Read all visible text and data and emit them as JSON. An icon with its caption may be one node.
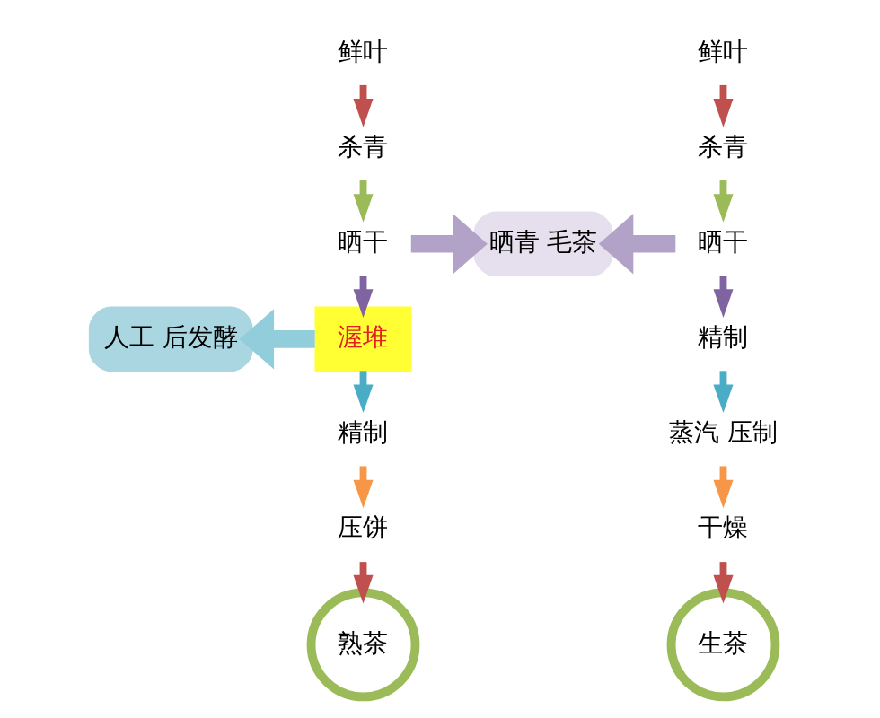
{
  "diagram": {
    "nodes": [
      {
        "text": [
          "鲜叶"
        ]
      },
      {
        "text": [
          "杀青"
        ]
      },
      {
        "text": [
          "晒干"
        ]
      },
      {
        "text": [
          "渥堆"
        ]
      },
      {
        "text": [
          "精制"
        ]
      },
      {
        "text": [
          "压饼"
        ]
      },
      {
        "text": [
          "熟茶"
        ]
      },
      {
        "text": [
          "人工 后发酵"
        ]
      },
      {
        "text": [
          "晒青 毛茶"
        ]
      },
      {
        "text": [
          "鲜叶"
        ]
      },
      {
        "text": [
          "杀青"
        ]
      },
      {
        "text": [
          "晒干"
        ]
      },
      {
        "text": [
          "精制"
        ]
      },
      {
        "text": [
          "蒸汽 压制"
        ]
      },
      {
        "text": [
          "干燥"
        ]
      },
      {
        "text": [
          "生茶"
        ]
      }
    ],
    "edges": [
      {
        "from": 0,
        "to": 1,
        "arrow": "to",
        "color": "#c0504d"
      },
      {
        "from": 1,
        "to": 2,
        "arrow": "to",
        "color": "#9bbb59"
      },
      {
        "from": 2,
        "to": 3,
        "arrow": "to",
        "color": "#8064a2"
      },
      {
        "from": 3,
        "to": 4,
        "arrow": "to",
        "color": "#4bacc6"
      },
      {
        "from": 4,
        "to": 5,
        "arrow": "to",
        "color": "#f79646"
      },
      {
        "from": 5,
        "to": 6,
        "arrow": "to",
        "color": "#c0504d"
      },
      {
        "from": 3,
        "to": 7,
        "arrow": "to",
        "style": "thick",
        "color": "#92cddc"
      },
      {
        "from": 2,
        "to": 8,
        "arrow": "to",
        "style": "thick",
        "color": "#b3a2c7"
      },
      {
        "from": 11,
        "to": 8,
        "arrow": "to",
        "style": "thick",
        "color": "#b3a2c7"
      },
      {
        "from": 9,
        "to": 10,
        "arrow": "to",
        "color": "#c0504d"
      },
      {
        "from": 10,
        "to": 11,
        "arrow": "to",
        "color": "#9bbb59"
      },
      {
        "from": 11,
        "to": 12,
        "arrow": "to",
        "color": "#8064a2"
      },
      {
        "from": 12,
        "to": 13,
        "arrow": "to",
        "color": "#4bacc6"
      },
      {
        "from": 13,
        "to": 14,
        "arrow": "to",
        "color": "#f79646"
      },
      {
        "from": 14,
        "to": 15,
        "arrow": "to",
        "color": "#c0504d"
      }
    ]
  }
}
